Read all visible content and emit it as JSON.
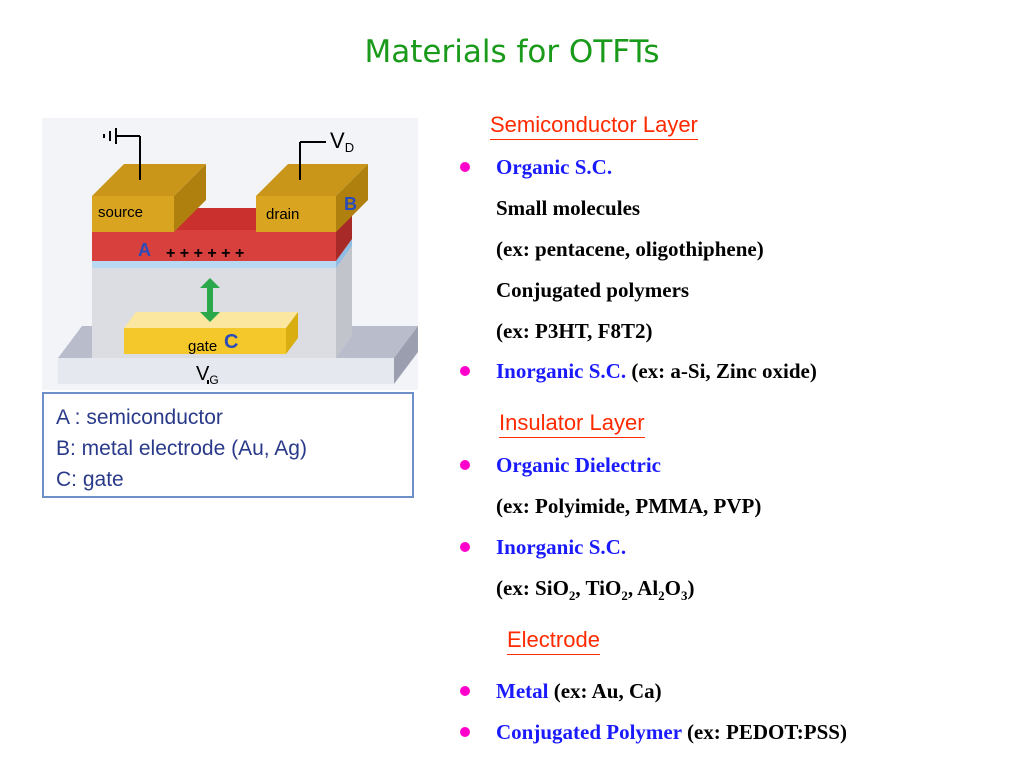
{
  "title": "Materials for OTFTs",
  "diagram": {
    "vd_label": "V",
    "vd_sub": "D",
    "vg_label": "V",
    "vg_sub": "G",
    "source": "source",
    "drain": "drain",
    "gate": "gate",
    "label_a": "A",
    "label_b": "B",
    "label_c": "C",
    "charges": "+ + + + + +"
  },
  "legend": {
    "a": "A : semiconductor",
    "b": "B: metal electrode (Au, Ag)",
    "c": "C: gate"
  },
  "semiconductor": {
    "heading": "Semiconductor Layer",
    "organic_label": "Organic S.C.",
    "small_molecules": "Small molecules",
    "small_molecules_ex": "(ex: pentacene, oligothiphene)",
    "conj_polymers": "Conjugated polymers",
    "conj_polymers_ex": "(ex: P3HT, F8T2)",
    "inorganic_label": "Inorganic S.C.",
    "inorganic_ex": " (ex: a-Si, Zinc oxide)"
  },
  "insulator": {
    "heading": "Insulator Layer",
    "organic_label": "Organic Dielectric",
    "organic_ex": "(ex: Polyimide, PMMA, PVP)",
    "inorganic_label": "Inorganic S.C.",
    "inorganic_ex_prefix": "(ex: SiO",
    "sub2a": "2",
    "tio": ", TiO",
    "sub2b": "2",
    "al": ", Al",
    "sub2c": "2",
    "o": "O",
    "sub3": "3",
    "close": ")"
  },
  "electrode": {
    "heading": "Electrode",
    "metal_label": "Metal",
    "metal_ex": " (ex: Au, Ca)",
    "polymer_label": "Conjugated Polymer",
    "polymer_ex": " (ex: PEDOT:PSS)"
  },
  "colors": {
    "title": "#1a9a1a",
    "heading": "#ff2a00",
    "highlight": "#1a1aff",
    "bullet": "#ff00cc",
    "electrode": "#d9a520",
    "semiconductor": "#d8403e",
    "gate": "#f4c82a",
    "legend_text": "#2a3a8a"
  }
}
